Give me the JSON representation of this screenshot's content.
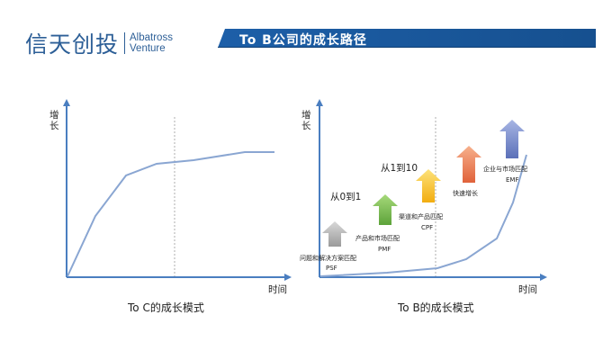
{
  "logo": {
    "cn": "信天创投",
    "en_line1": "Albatross",
    "en_line2": "Venture"
  },
  "title": "To B公司的成长路径",
  "colors": {
    "brand": "#1d5fa8",
    "axis": "#4a7ec0",
    "curve": "#8aa6d2",
    "divider": "#999999"
  },
  "left_panel": {
    "y_label_1": "增",
    "y_label_2": "长",
    "x_label": "时间",
    "caption": "To C的成长模式"
  },
  "right_panel": {
    "y_label_1": "增",
    "y_label_2": "长",
    "x_label": "时间",
    "caption": "To B的成长模式",
    "phase_labels": [
      "从0到1",
      "从1到10"
    ],
    "stages": [
      {
        "name": "问题和解决方案匹配",
        "abbr": "PSF",
        "color": "#b4b4b4"
      },
      {
        "name": "产品和市场匹配",
        "abbr": "PMF",
        "color": "#76b84d"
      },
      {
        "name": "渠道和产品匹配",
        "abbr": "CPF",
        "color": "#f6c232"
      },
      {
        "name": "快速增长",
        "abbr": "",
        "color": "#ee7a4f"
      },
      {
        "name": "企业与市场匹配",
        "abbr": "EMF",
        "color": "#6f84c6"
      }
    ]
  }
}
